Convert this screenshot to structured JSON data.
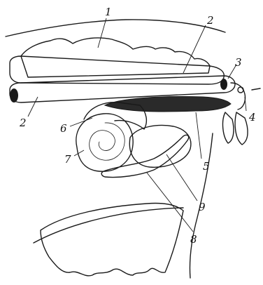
{
  "callouts": [
    {
      "id": "1",
      "text": "1"
    },
    {
      "id": "2a",
      "text": "2"
    },
    {
      "id": "2b",
      "text": "2"
    },
    {
      "id": "3",
      "text": "3"
    },
    {
      "id": "4",
      "text": "4"
    },
    {
      "id": "5",
      "text": "5"
    },
    {
      "id": "6",
      "text": "6"
    },
    {
      "id": "7",
      "text": "7"
    },
    {
      "id": "8",
      "text": "8"
    },
    {
      "id": "9",
      "text": "9"
    }
  ],
  "colors": {
    "ink": "#1a1a1a",
    "background": "#ffffff",
    "shade": "#2a2a2a"
  }
}
